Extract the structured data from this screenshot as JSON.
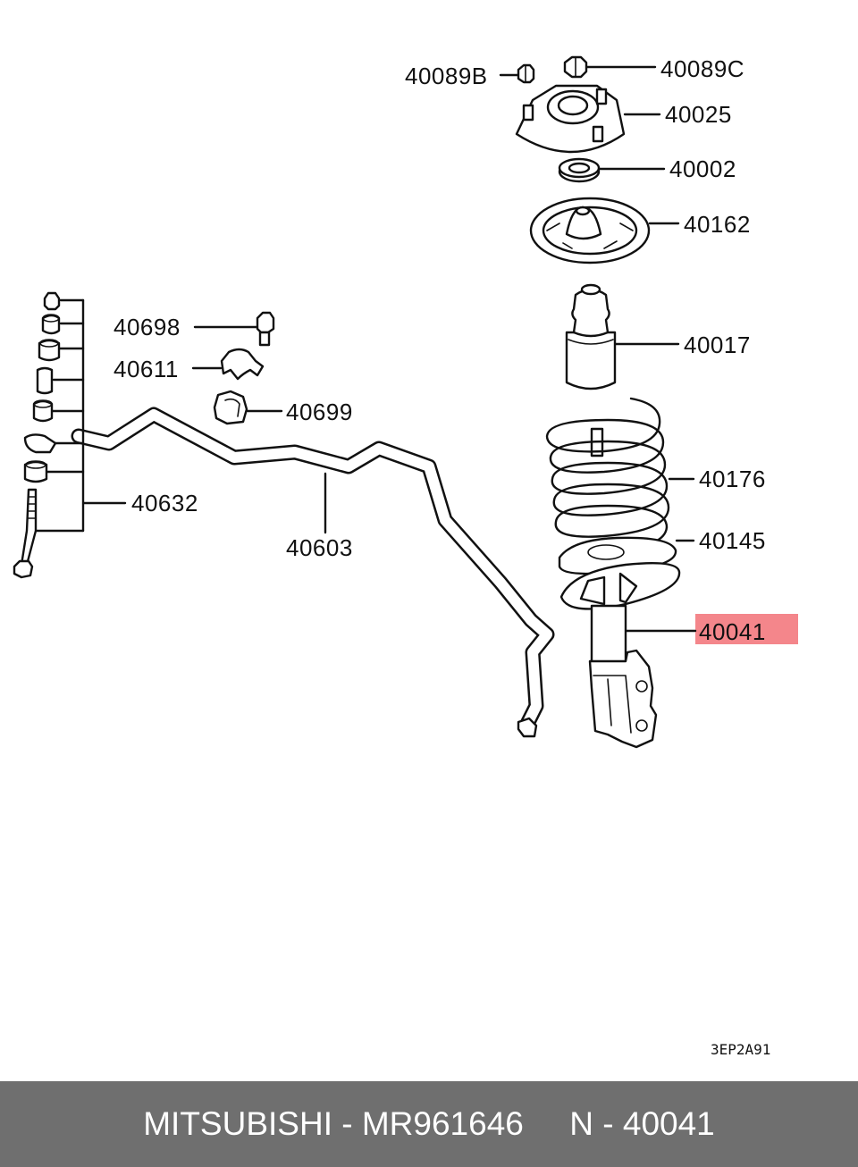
{
  "labels": {
    "p40089b": "40089B",
    "p40089c": "40089C",
    "p40025": "40025",
    "p40002": "40002",
    "p40162": "40162",
    "p40017": "40017",
    "p40176": "40176",
    "p40145": "40145",
    "p40041": "40041",
    "p40698": "40698",
    "p40611": "40611",
    "p40699": "40699",
    "p40632": "40632",
    "p40603": "40603"
  },
  "highlight": {
    "part": "40041",
    "color": "#f4868b"
  },
  "diagram_code": "3EP2A91",
  "footer": {
    "text": "MITSUBISHI - MR961646     N - 40041",
    "background": "#6f6f6f"
  }
}
